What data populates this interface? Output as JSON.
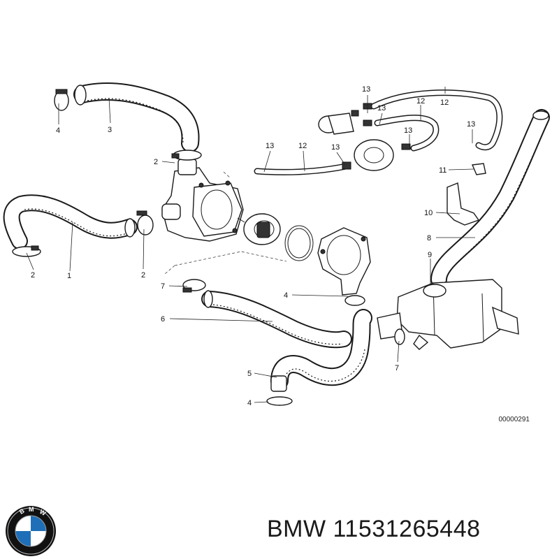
{
  "diagram": {
    "id": "00000291",
    "callouts": [
      {
        "key": "c4a",
        "label": "4"
      },
      {
        "key": "c3",
        "label": "3"
      },
      {
        "key": "c2a",
        "label": "2"
      },
      {
        "key": "c2b",
        "label": "2"
      },
      {
        "key": "c1",
        "label": "1"
      },
      {
        "key": "c2c",
        "label": "2"
      },
      {
        "key": "c7a",
        "label": "7"
      },
      {
        "key": "c6",
        "label": "6"
      },
      {
        "key": "c5",
        "label": "5"
      },
      {
        "key": "c4b",
        "label": "4"
      },
      {
        "key": "c4c",
        "label": "4"
      },
      {
        "key": "c13a",
        "label": "13"
      },
      {
        "key": "c12a",
        "label": "12"
      },
      {
        "key": "c13b",
        "label": "13"
      },
      {
        "key": "c13c",
        "label": "13"
      },
      {
        "key": "c12b",
        "label": "12"
      },
      {
        "key": "c13d",
        "label": "13"
      },
      {
        "key": "c13e",
        "label": "13"
      },
      {
        "key": "c12c",
        "label": "12"
      },
      {
        "key": "c13f",
        "label": "13"
      },
      {
        "key": "c11",
        "label": "11"
      },
      {
        "key": "c10",
        "label": "10"
      },
      {
        "key": "c8",
        "label": "8"
      },
      {
        "key": "c9",
        "label": "9"
      },
      {
        "key": "c7b",
        "label": "7"
      }
    ]
  },
  "footer": {
    "brand": "BMW",
    "part_number": "11531265448",
    "text": "BMW 11531265448",
    "logo_icon": "bmw-roundel-icon"
  }
}
